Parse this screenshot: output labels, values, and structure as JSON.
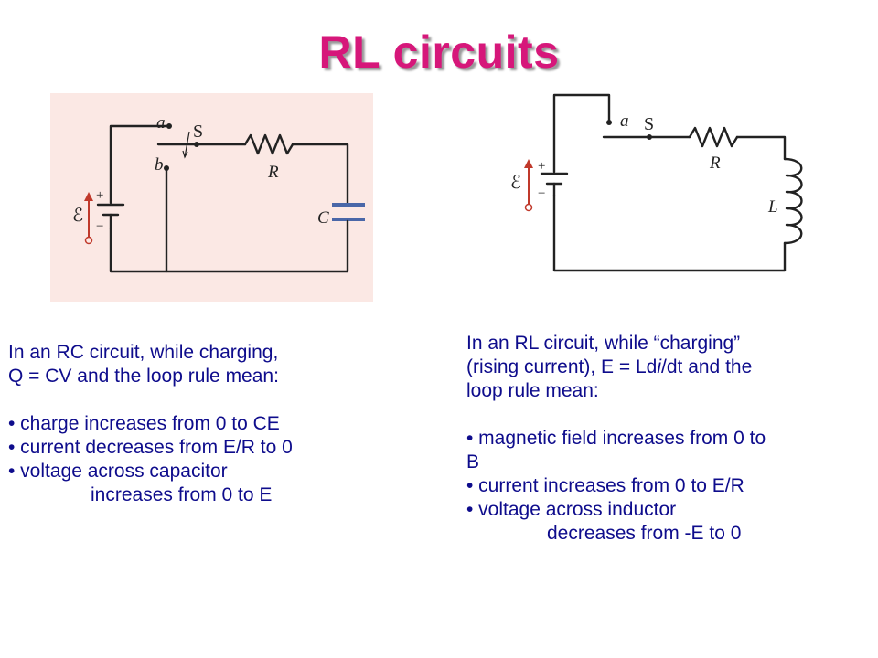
{
  "title": "RL circuits",
  "rc_circuit": {
    "labels": {
      "emf": "ℰ",
      "plus": "+",
      "minus": "−",
      "a": "a",
      "b": "b",
      "S": "S",
      "R": "R",
      "C": "C"
    },
    "colors": {
      "background": "#fbe8e4",
      "capacitor_plates": "#4a67a8",
      "emf_arrow": "#c0392b"
    }
  },
  "rl_circuit": {
    "labels": {
      "emf": "ℰ",
      "plus": "+",
      "minus": "−",
      "a": "a",
      "S": "S",
      "R": "R",
      "L": "L"
    },
    "colors": {
      "emf_arrow": "#c0392b"
    }
  },
  "rc_text": {
    "intro_line1": "In an RC circuit, while charging,",
    "intro_line2": "Q = CV and the loop rule mean:",
    "bullets": [
      "• charge increases from 0 to CE",
      "• current decreases from E/R to 0",
      "• voltage across capacitor"
    ],
    "continuation": "increases from 0 to E"
  },
  "rl_text": {
    "intro_line1": "In an RL circuit, while “charging”",
    "intro_line2_prefix": "(rising current), E = Ld",
    "intro_line2_italic": "i",
    "intro_line2_suffix": "/dt and the",
    "intro_line3": "loop rule mean:",
    "bullets": [
      "• magnetic field increases from 0 to",
      "B",
      "• current increases from 0 to E/R",
      "• voltage across inductor"
    ],
    "continuation": "decreases from -E to 0"
  },
  "colors": {
    "title": "#d6177a",
    "body_text": "#0e0c8c"
  }
}
